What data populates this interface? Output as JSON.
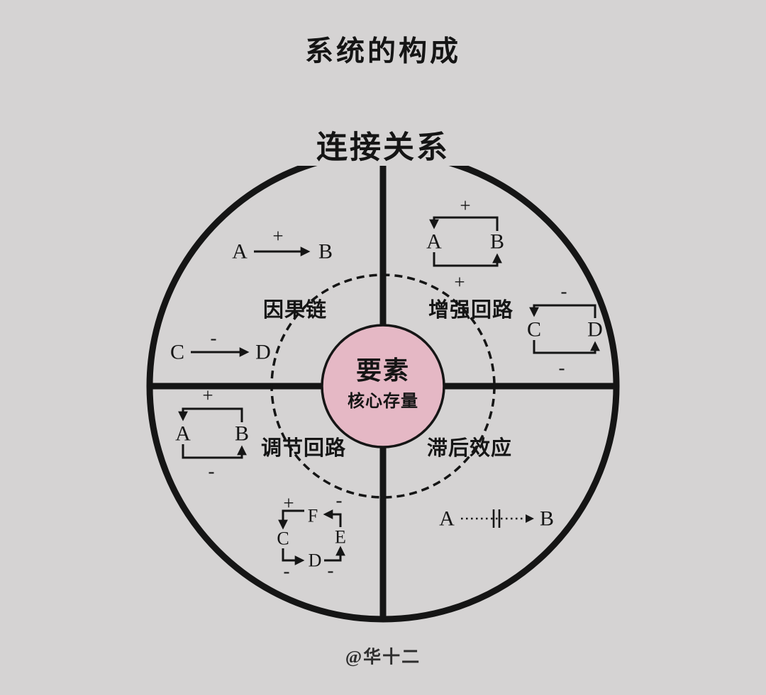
{
  "title": "系统的构成",
  "credit": "@华十二",
  "colors": {
    "background": "#d5d3d3",
    "stock_fill": "#e5b8c5",
    "line": "#151515"
  },
  "diagram": {
    "outer_label": "连接关系",
    "center": {
      "title": "要素",
      "subtitle": "核心存量"
    },
    "quadrants": {
      "causal_chain": "因果链",
      "reinforcing_loop": "增强回路",
      "balancing_loop": "调节回路",
      "delay_effect": "滞后效应"
    },
    "examples": {
      "causal_positive": {
        "from": "A",
        "sign": "+",
        "to": "B"
      },
      "causal_negative": {
        "from": "C",
        "sign": "-",
        "to": "D"
      },
      "reinforcing_ab": {
        "left": "A",
        "right": "B",
        "top_sign": "+",
        "bottom_sign": "+"
      },
      "reinforcing_cd": {
        "left": "C",
        "right": "D",
        "top_sign": "-",
        "bottom_sign": "-"
      },
      "balancing_ab": {
        "left": "A",
        "right": "B",
        "top_sign": "+",
        "bottom_sign": "-"
      },
      "balancing_cdef": {
        "node_c": "C",
        "node_d": "D",
        "node_e": "E",
        "node_f": "F",
        "sign_f_to_c": "+",
        "sign_e_to_f": "-",
        "sign_c_to_d": "-",
        "sign_d_to_e": "-"
      },
      "delay_ab": {
        "from": "A",
        "to": "B"
      }
    }
  }
}
